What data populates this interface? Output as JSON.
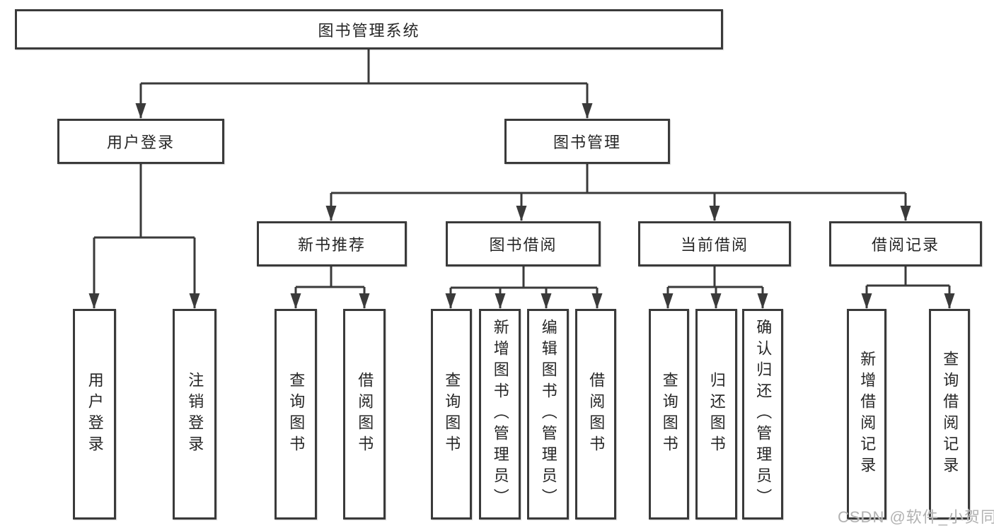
{
  "tree": {
    "root": {
      "label": "图书管理系统"
    },
    "children": [
      {
        "label": "用户登录",
        "children": [
          {
            "label": "用户登录"
          },
          {
            "label": "注销登录"
          }
        ]
      },
      {
        "label": "图书管理",
        "children": [
          {
            "label": "新书推荐",
            "children": [
              {
                "label": "查询图书"
              },
              {
                "label": "借阅图书"
              }
            ]
          },
          {
            "label": "图书借阅",
            "children": [
              {
                "label": "查询图书"
              },
              {
                "label": "新增图书（管理员）"
              },
              {
                "label": "编辑图书（管理员）"
              },
              {
                "label": "借阅图书"
              }
            ]
          },
          {
            "label": "当前借阅",
            "children": [
              {
                "label": "查询图书"
              },
              {
                "label": "归还图书"
              },
              {
                "label": "确认归还（管理员）"
              }
            ]
          },
          {
            "label": "借阅记录",
            "children": [
              {
                "label": "新增借阅记录"
              },
              {
                "label": "查询借阅记录"
              }
            ]
          }
        ]
      }
    ]
  },
  "watermark": {
    "text": "CSDN @软件_小贺同学"
  },
  "colors": {
    "line": "#3a3a3a",
    "text": "#262626",
    "box_background": "#ffffff",
    "watermark": "#b2b2b2",
    "background": "#ffffff"
  }
}
